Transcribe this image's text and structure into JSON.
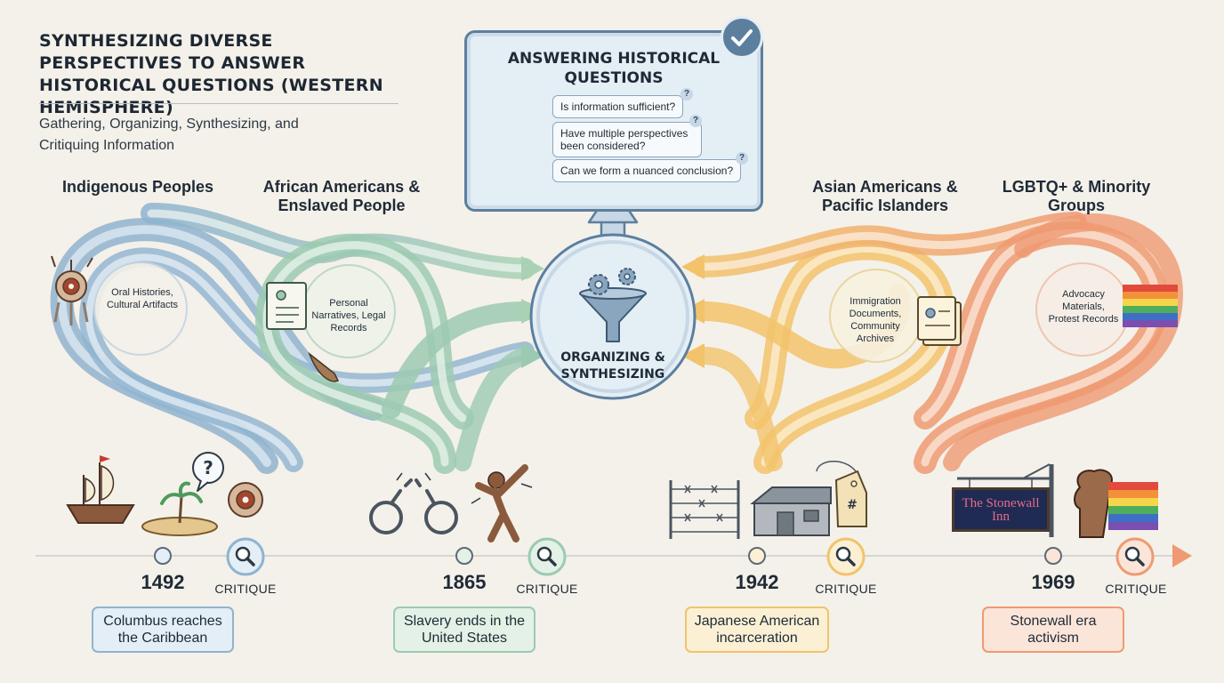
{
  "title": "SYNTHESIZING DIVERSE PERSPECTIVES TO ANSWER HISTORICAL QUESTIONS (WESTERN HEMISPHERE)",
  "subtitle": "Gathering, Organizing, Synthesizing, and Critiquing Information",
  "questions_panel": {
    "title": "ANSWERING HISTORICAL QUESTIONS",
    "items": [
      "Is information sufficient?",
      "Have multiple perspectives been considered?",
      "Can we form a nuanced conclusion?"
    ],
    "mark": "?"
  },
  "hub": {
    "label": "ORGANIZING & SYNTHESIZING"
  },
  "groups": [
    {
      "name": "Indigenous Peoples",
      "sources": "Oral Histories, Cultural Artifacts",
      "color": "#8fb3cf"
    },
    {
      "name": "African Americans & Enslaved People",
      "sources": "Personal Narratives, Legal Records",
      "color": "#9ccab0"
    },
    {
      "name": "Asian Americans & Pacific Islanders",
      "sources": "Immigration Documents, Community Archives",
      "color": "#f2c36b"
    },
    {
      "name": "LGBTQ+ & Minority Groups",
      "sources": "Advocacy Materials, Protest Records",
      "color": "#ef9a72"
    }
  ],
  "timeline": [
    {
      "year": "1492",
      "event": "Columbus reaches the Caribbean",
      "critique": "CRITIQUE",
      "color": "#8fb3cf",
      "fill": "#e3eef6"
    },
    {
      "year": "1865",
      "event": "Slavery ends in the United States",
      "critique": "CRITIQUE",
      "color": "#9ccab0",
      "fill": "#e3f1e6"
    },
    {
      "year": "1942",
      "event": "Japanese American incarceration",
      "critique": "CRITIQUE",
      "color": "#f2c36b",
      "fill": "#fbf0d4"
    },
    {
      "year": "1969",
      "event": "Stonewall era activism",
      "critique": "CRITIQUE",
      "color": "#ef9a72",
      "fill": "#fbe5d9"
    }
  ],
  "stonewall_sign": "The Stonewall Inn",
  "icons": [
    "ship-icon",
    "island-icon",
    "question-bubble-icon",
    "dreamcatcher-icon",
    "broken-shackles-icon",
    "freed-person-icon",
    "barbed-wire-icon",
    "barracks-icon",
    "id-tag-icon",
    "stonewall-sign-icon",
    "raised-fist-icon",
    "rainbow-flag-icon",
    "funnel-icon",
    "gears-icon",
    "clipboard-icon",
    "magnifier-icon",
    "check-icon"
  ]
}
